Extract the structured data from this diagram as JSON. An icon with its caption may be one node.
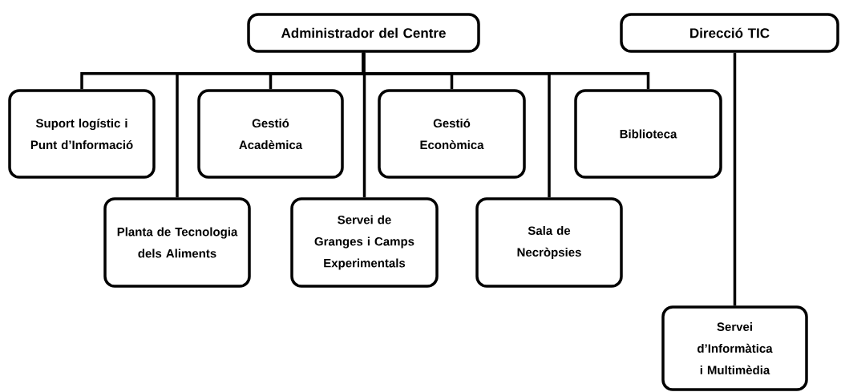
{
  "diagram": {
    "nodes": [
      {
        "text": [
          "Administrador del Centre"
        ]
      },
      {
        "text": [
          "Direcció TIC"
        ]
      },
      {
        "text": [
          "Suport logístic i Punt d’Informació"
        ]
      },
      {
        "text": [
          "Gestió Acadèmica"
        ]
      },
      {
        "text": [
          "Gestió Econòmica"
        ]
      },
      {
        "text": [
          "Biblioteca"
        ]
      },
      {
        "text": [
          "Planta de Tecnologia dels Aliments"
        ]
      },
      {
        "text": [
          "Servei de Granges i Camps Experimentals"
        ]
      },
      {
        "text": [
          "Sala de Necròpsies"
        ]
      },
      {
        "text": [
          "Servei d’Informàtica i Multimèdia"
        ]
      }
    ],
    "edges": [
      {
        "from": 0,
        "to": 2,
        "arrow": "none"
      },
      {
        "from": 0,
        "to": 6,
        "arrow": "none"
      },
      {
        "from": 0,
        "to": 3,
        "arrow": "none"
      },
      {
        "from": 0,
        "to": 7,
        "arrow": "none"
      },
      {
        "from": 0,
        "to": 4,
        "arrow": "none"
      },
      {
        "from": 0,
        "to": 8,
        "arrow": "none"
      },
      {
        "from": 0,
        "to": 5,
        "arrow": "none"
      },
      {
        "from": 1,
        "to": 9,
        "arrow": "none"
      }
    ]
  }
}
